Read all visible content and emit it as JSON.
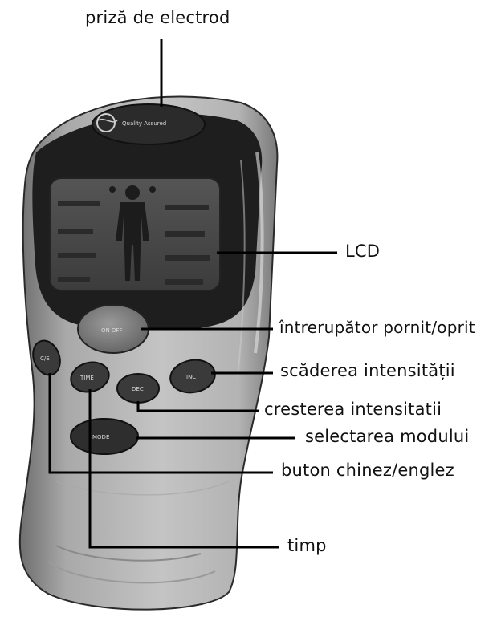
{
  "device_labels": {
    "logo_text": "Quality Assured",
    "on_off": "ON OFF",
    "mode": "MODE",
    "time": "TIME",
    "lang": "C/E",
    "inc": "INC",
    "dec": "DEC"
  },
  "labels": {
    "electrode_socket": "priză de electrod",
    "lcd": "LCD",
    "power_switch": "întrerupător pornit/oprit",
    "decrease_intensity": "scăderea intensității",
    "increase_intensity": "cresterea intensitatii",
    "mode_select": "selectarea modului",
    "language_button": "buton chinez/englez",
    "timer": "timp"
  }
}
